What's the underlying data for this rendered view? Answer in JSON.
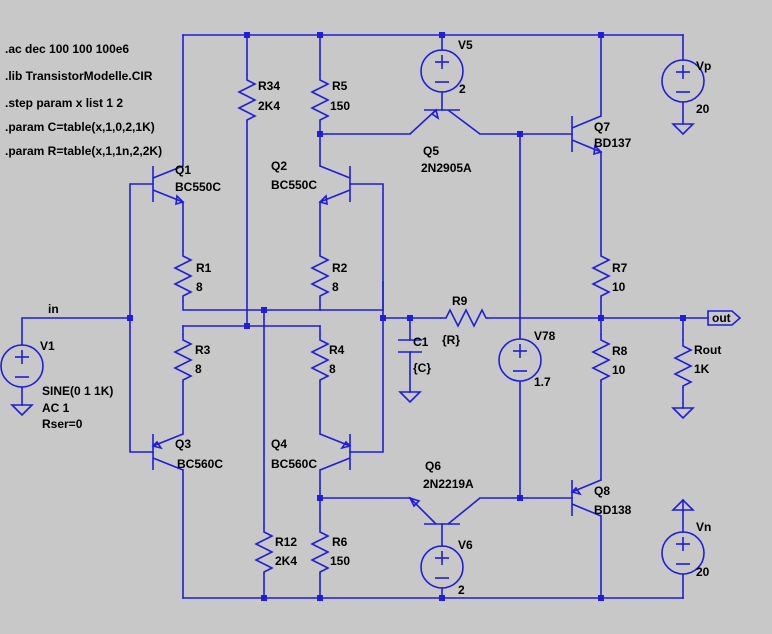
{
  "directives": [
    ".ac dec 100 100 100e6",
    ".lib TransistorModelle.CIR",
    ".step param x list 1 2",
    ".param C=table(x,1,0,2,1K)",
    ".param R=table(x,1,1n,2,2K)"
  ],
  "components": {
    "Q1": {
      "name": "Q1",
      "model": "BC550C"
    },
    "Q2": {
      "name": "Q2",
      "model": "BC550C"
    },
    "Q3": {
      "name": "Q3",
      "model": "BC560C"
    },
    "Q4": {
      "name": "Q4",
      "model": "BC560C"
    },
    "Q5": {
      "name": "Q5",
      "model": "2N2905A"
    },
    "Q6": {
      "name": "Q6",
      "model": "2N2219A"
    },
    "Q7": {
      "name": "Q7",
      "model": "BD137"
    },
    "Q8": {
      "name": "Q8",
      "model": "BD138"
    },
    "R1": {
      "name": "R1",
      "value": "8"
    },
    "R2": {
      "name": "R2",
      "value": "8"
    },
    "R3": {
      "name": "R3",
      "value": "8"
    },
    "R4": {
      "name": "R4",
      "value": "8"
    },
    "R5": {
      "name": "R5",
      "value": "150"
    },
    "R6": {
      "name": "R6",
      "value": "150"
    },
    "R7": {
      "name": "R7",
      "value": "10"
    },
    "R8": {
      "name": "R8",
      "value": "10"
    },
    "R9": {
      "name": "R9",
      "value": "{R}"
    },
    "R12": {
      "name": "R12",
      "value": "2K4"
    },
    "R34": {
      "name": "R34",
      "value": "2K4"
    },
    "Rout": {
      "name": "Rout",
      "value": "1K"
    },
    "C1": {
      "name": "C1",
      "value": "{C}"
    },
    "V1": {
      "name": "V1",
      "value": "SINE(0 1 1K)",
      "ac": "AC 1",
      "rser": "Rser=0"
    },
    "V5": {
      "name": "V5",
      "value": "2"
    },
    "V6": {
      "name": "V6",
      "value": "2"
    },
    "V78": {
      "name": "V78",
      "value": "1.7"
    },
    "Vp": {
      "name": "Vp",
      "value": "20"
    },
    "Vn": {
      "name": "Vn",
      "value": "20"
    }
  },
  "nets": {
    "input": "in",
    "output": "out"
  },
  "colors": {
    "background": "#c8c8c8",
    "wire": "#1e1edc",
    "text": "#000000"
  }
}
